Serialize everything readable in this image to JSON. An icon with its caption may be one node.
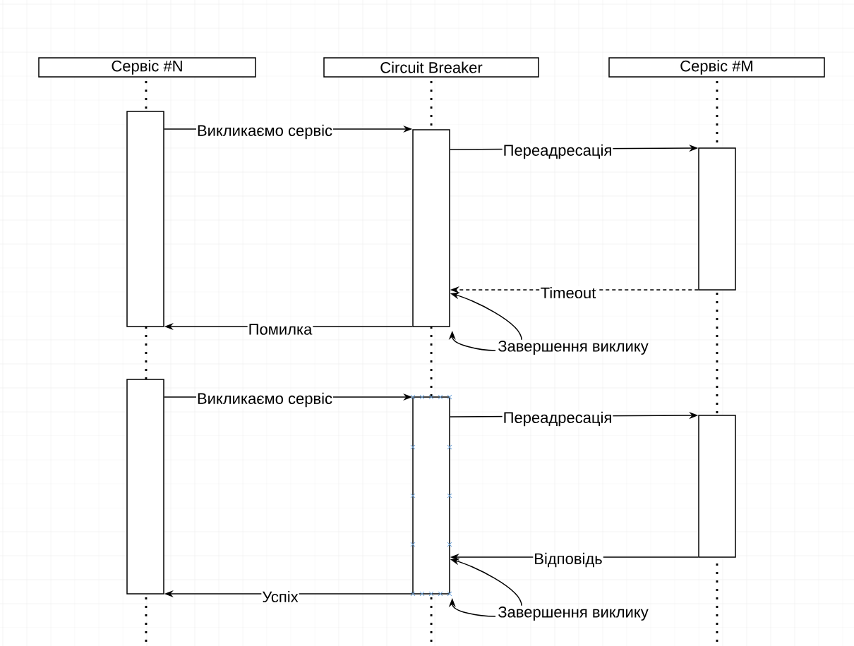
{
  "diagram": {
    "nodes": [
      {
        "text": [
          "Сервіс #N"
        ]
      },
      {
        "text": [
          "Circuit Breaker"
        ]
      },
      {
        "text": [
          "Сервіс #M"
        ]
      },
      {
        "text": [],
        "shape": "box"
      },
      {
        "text": [],
        "shape": "box"
      },
      {
        "text": [],
        "shape": "box"
      },
      {
        "text": [],
        "shape": "box"
      },
      {
        "text": [],
        "shape": "box"
      },
      {
        "text": [],
        "shape": "box"
      },
      {
        "text": [
          "Завершення виклику"
        ]
      },
      {
        "text": [
          "Завершення виклику"
        ]
      }
    ],
    "edges": [
      {
        "from": 3,
        "to": 4,
        "arrow": "to",
        "label": "Викликаємо сервіс"
      },
      {
        "from": 4,
        "to": 5,
        "arrow": "to",
        "label": "Переадресація"
      },
      {
        "from": 5,
        "to": 4,
        "arrow": "to",
        "label": "Timeout",
        "style": "dashed"
      },
      {
        "from": 4,
        "to": 3,
        "arrow": "to",
        "label": "Помилка"
      },
      {
        "from": 9,
        "to": 4,
        "arrow": "to"
      },
      {
        "from": 9,
        "to": 4,
        "arrow": "to"
      },
      {
        "from": 6,
        "to": 7,
        "arrow": "to",
        "label": "Викликаємо сервіс"
      },
      {
        "from": 7,
        "to": 8,
        "arrow": "to",
        "label": "Переадресація"
      },
      {
        "from": 8,
        "to": 7,
        "arrow": "to",
        "label": "Відповідь"
      },
      {
        "from": 7,
        "to": 6,
        "arrow": "to",
        "label": "Успіх"
      },
      {
        "from": 10,
        "to": 7,
        "arrow": "to"
      },
      {
        "from": 10,
        "to": 7,
        "arrow": "to"
      }
    ]
  }
}
